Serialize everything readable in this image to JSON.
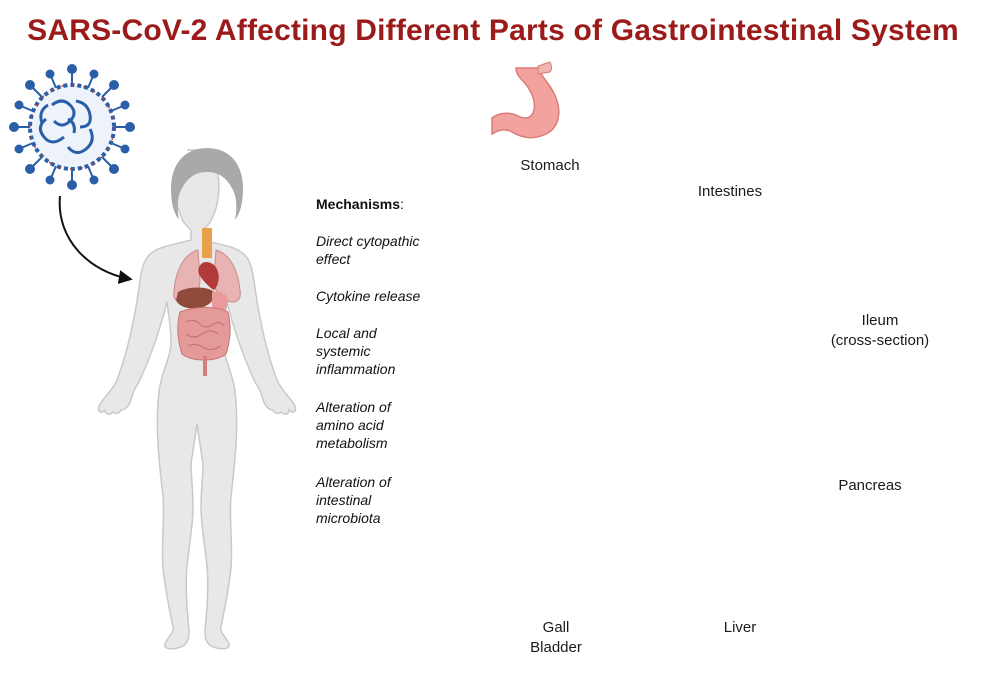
{
  "title": "SARS-CoV-2 Affecting Different Parts of Gastrointestinal System",
  "mechanisms": {
    "heading": "Mechanisms",
    "heading_suffix": ":",
    "items": [
      "Direct cytopathic\neffect",
      "Cytokine release",
      "Local and\nsystemic\ninflammation",
      "Alteration of\namino acid\nmetabolism",
      "Alteration of\nintestinal\nmicrobiota"
    ]
  },
  "organs": {
    "stomach": "Stomach",
    "intestines": "Intestines",
    "ileum": "Ileum\n(cross-section)",
    "pancreas": "Pancreas",
    "liver": "Liver",
    "gall_bladder": "Gall\nBladder"
  },
  "colors": {
    "title": "#9b1b1b",
    "arrow": "#111111",
    "virus": "#2a5fa8",
    "stomach": "#f2a3a0",
    "intestine": "#e59a9a",
    "liver": "#9a4e3e",
    "gall": "#4f8a3e",
    "pancreas": "#e3a24b",
    "ileum_outer": "#f0c7c2",
    "ileum_inner": "#d4824a"
  },
  "icons": [
    "virus-icon",
    "human-body-icon",
    "stomach-icon",
    "intestines-icon",
    "ileum-icon",
    "pancreas-icon",
    "liver-icon",
    "gallbladder-icon"
  ]
}
